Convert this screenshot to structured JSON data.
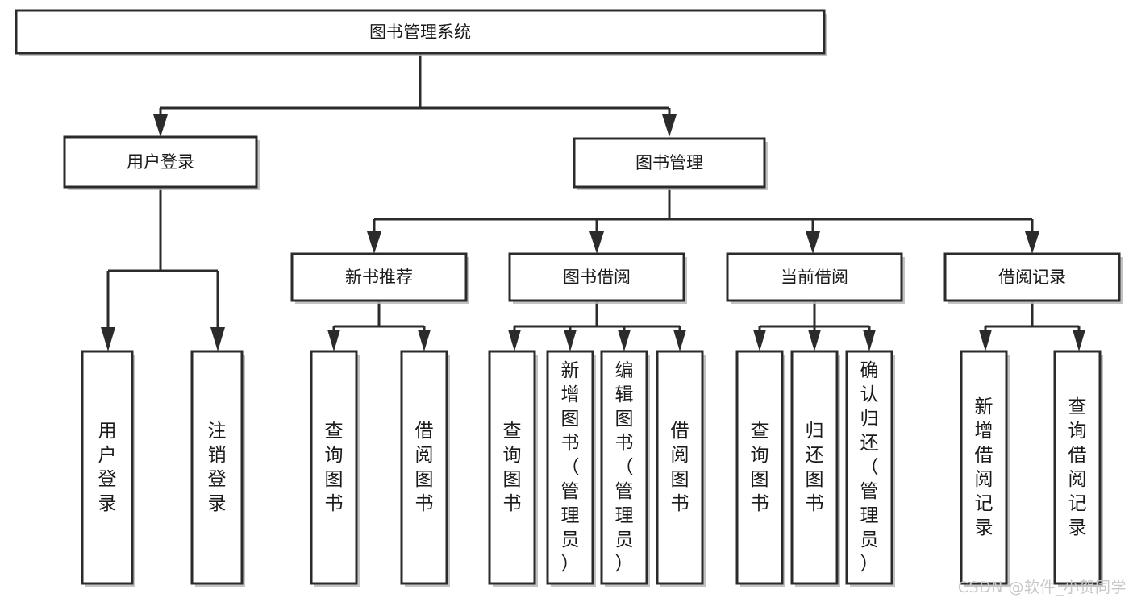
{
  "diagram": {
    "type": "tree-hierarchy-chart",
    "title": "图书管理系统",
    "root": {
      "label": "图书管理系统",
      "id": "root-system"
    },
    "level2": [
      {
        "id": "user-login",
        "label": "用户登录"
      },
      {
        "id": "book-management",
        "label": "图书管理"
      }
    ],
    "level3": [
      {
        "id": "new-book-recommend",
        "label": "新书推荐",
        "parent": "book-management"
      },
      {
        "id": "book-borrow",
        "label": "图书借阅",
        "parent": "book-management"
      },
      {
        "id": "current-borrow",
        "label": "当前借阅",
        "parent": "book-management"
      },
      {
        "id": "borrow-record",
        "label": "借阅记录",
        "parent": "book-management"
      }
    ],
    "leaves": {
      "user-login": [
        {
          "id": "leaf-user-login",
          "label": "用户登录"
        },
        {
          "id": "leaf-user-logout",
          "label": "注销登录"
        }
      ],
      "new-book-recommend": [
        {
          "id": "leaf-query-book-1",
          "label": "查询图书"
        },
        {
          "id": "leaf-borrow-book-1",
          "label": "借阅图书"
        }
      ],
      "book-borrow": [
        {
          "id": "leaf-query-book-2",
          "label": "查询图书"
        },
        {
          "id": "leaf-add-book",
          "label": "新增图书（管理员）"
        },
        {
          "id": "leaf-edit-book",
          "label": "编辑图书（管理员）"
        },
        {
          "id": "leaf-borrow-book-2",
          "label": "借阅图书"
        }
      ],
      "current-borrow": [
        {
          "id": "leaf-query-book-3",
          "label": "查询图书"
        },
        {
          "id": "leaf-return-book",
          "label": "归还图书"
        },
        {
          "id": "leaf-confirm-return",
          "label": "确认归还（管理员）"
        }
      ],
      "borrow-record": [
        {
          "id": "leaf-add-record",
          "label": "新增借阅记录"
        },
        {
          "id": "leaf-query-record",
          "label": "查询借阅记录"
        }
      ]
    },
    "colors": {
      "box_stroke": "#2b2b2b",
      "box_fill": "#ffffff",
      "connector": "#2b2b2b",
      "text": "#1a1a1a",
      "background": "#ffffff",
      "watermark": "#c8c8c8"
    }
  },
  "watermark": {
    "text": "CSDN @软件_小贺同学"
  }
}
